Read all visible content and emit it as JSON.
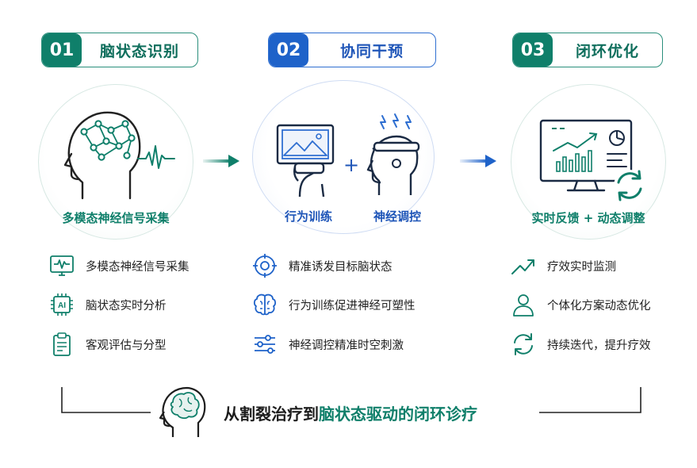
{
  "steps": [
    {
      "number": "01",
      "title": "脑状态识别",
      "caption": "多模态神经信号采集",
      "features": [
        "多模态神经信号采集",
        "脑状态实时分析",
        "客观评估与分型"
      ]
    },
    {
      "number": "02",
      "title": "协同干预",
      "caption_left": "行为训练",
      "caption_right": "神经调控",
      "features": [
        "精准诱发目标脑状态",
        "行为训练促进神经可塑性",
        "神经调控精准时空刺激"
      ]
    },
    {
      "number": "03",
      "title": "闭环优化",
      "caption": "实时反馈 + 动态调整",
      "features": [
        "疗效实时监测",
        "个体化方案动态优化",
        "持续迭代，提升疗效"
      ]
    }
  ],
  "plus_sign": "+",
  "ai_chip_label": "AI",
  "bottom": {
    "prefix": "从割裂治疗到",
    "highlight": "脑状态驱动的闭环诊疗"
  },
  "colors": {
    "teal": "#0f7f6a",
    "blue": "#1e62c9",
    "light_teal": "#d7e8e3",
    "light_blue": "#cfdcf3"
  }
}
